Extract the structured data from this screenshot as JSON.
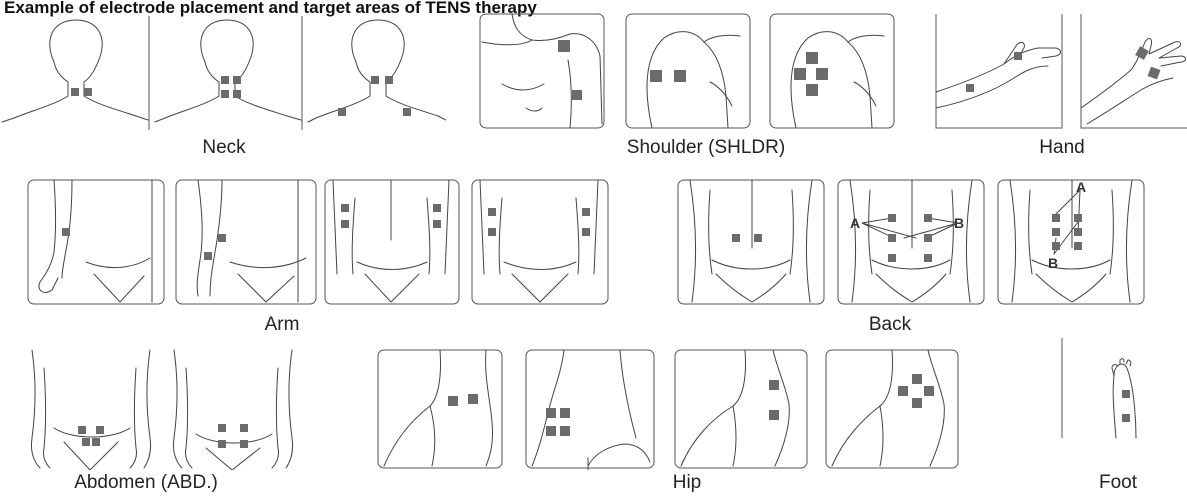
{
  "page": {
    "title": "Example of electrode placement and target areas of TENS therapy",
    "colors": {
      "pad": "#6b6b6b",
      "line": "#444444",
      "text": "#222222"
    }
  },
  "groups": [
    {
      "id": "neck",
      "label": "Neck",
      "panel_count": 3
    },
    {
      "id": "shoulder",
      "label": "Shoulder (SHLDR)",
      "panel_count": 3
    },
    {
      "id": "hand",
      "label": "Hand",
      "panel_count": 2
    },
    {
      "id": "arm",
      "label": "Arm",
      "panel_count": 4
    },
    {
      "id": "back",
      "label": "Back",
      "panel_count": 3
    },
    {
      "id": "abdomen",
      "label": "Abdomen (ABD.)",
      "panel_count": 2
    },
    {
      "id": "hip",
      "label": "Hip",
      "panel_count": 4
    },
    {
      "id": "foot",
      "label": "Foot",
      "panel_count": 1
    }
  ],
  "markers": {
    "a": "A",
    "b": "B"
  }
}
